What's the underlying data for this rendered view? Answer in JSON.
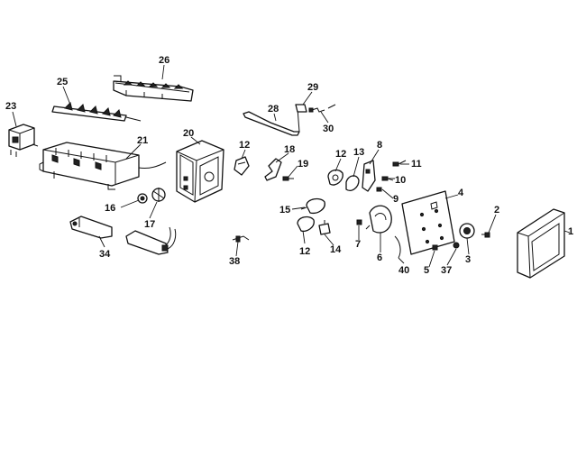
{
  "diagram": {
    "part_labels": [
      {
        "id": "p26",
        "text": "26"
      },
      {
        "id": "p25",
        "text": "25"
      },
      {
        "id": "p23",
        "text": "23"
      },
      {
        "id": "p21",
        "text": "21"
      },
      {
        "id": "p20",
        "text": "20"
      },
      {
        "id": "p12a",
        "text": "12"
      },
      {
        "id": "p28",
        "text": "28"
      },
      {
        "id": "p29",
        "text": "29"
      },
      {
        "id": "p30",
        "text": "30"
      },
      {
        "id": "p18",
        "text": "18"
      },
      {
        "id": "p19",
        "text": "19"
      },
      {
        "id": "p12b",
        "text": "12"
      },
      {
        "id": "p13",
        "text": "13"
      },
      {
        "id": "p8",
        "text": "8"
      },
      {
        "id": "p11",
        "text": "11"
      },
      {
        "id": "p10",
        "text": "10"
      },
      {
        "id": "p9",
        "text": "9"
      },
      {
        "id": "p4",
        "text": "4"
      },
      {
        "id": "p2",
        "text": "2"
      },
      {
        "id": "p1",
        "text": "1"
      },
      {
        "id": "p16",
        "text": "16"
      },
      {
        "id": "p17",
        "text": "17"
      },
      {
        "id": "p15",
        "text": "15"
      },
      {
        "id": "p12c",
        "text": "12"
      },
      {
        "id": "p14",
        "text": "14"
      },
      {
        "id": "p7",
        "text": "7"
      },
      {
        "id": "p6",
        "text": "6"
      },
      {
        "id": "p40",
        "text": "40"
      },
      {
        "id": "p5",
        "text": "5"
      },
      {
        "id": "p37",
        "text": "37"
      },
      {
        "id": "p3",
        "text": "3"
      },
      {
        "id": "p34",
        "text": "34"
      },
      {
        "id": "p38",
        "text": "38"
      }
    ]
  }
}
